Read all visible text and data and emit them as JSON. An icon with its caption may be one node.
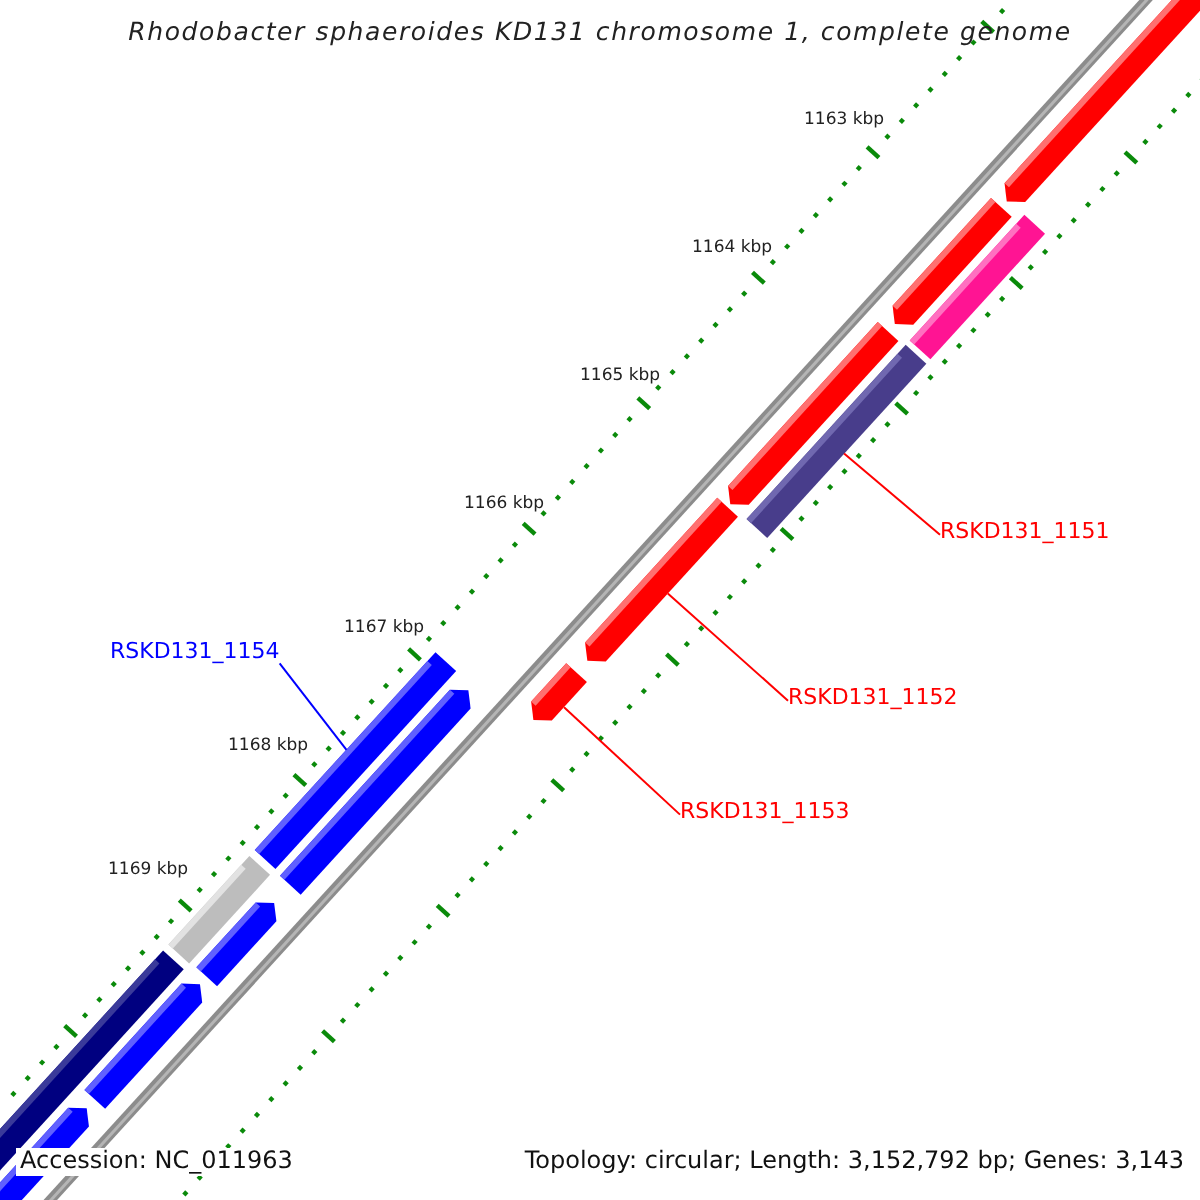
{
  "diagram": {
    "title": "Rhodobacter sphaeroides KD131 chromosome 1, complete genome",
    "nodes": [
      {
        "text": [],
        "shape": "bar"
      },
      {
        "text": [],
        "shape": "bar"
      },
      {
        "text": [
          "RSKD131_1151"
        ]
      },
      {
        "text": [
          "RSKD131_1154"
        ]
      },
      {
        "text": [],
        "shape": "bar"
      },
      {
        "text": [],
        "shape": "bar"
      },
      {
        "text": [
          "RSKD131_1152"
        ]
      },
      {
        "text": [
          "RSKD131_1153"
        ]
      }
    ],
    "edges": [
      {
        "from": 2,
        "to": 0,
        "arrow": "none"
      },
      {
        "from": 3,
        "to": 4,
        "arrow": "none",
        "color": "#0000ff"
      },
      {
        "from": 6,
        "to": 1,
        "arrow": "none"
      },
      {
        "from": 7,
        "to": 5,
        "arrow": "none"
      }
    ],
    "labels": [
      "1163 kbp",
      "1164 kbp",
      "1165 kbp",
      "1166 kbp",
      "1167 kbp",
      "1168 kbp",
      "1169 kbp",
      "Accession: NC_011963",
      "Topology: circular; Length: 3,152,792 bp; Genes: 3,143"
    ]
  }
}
